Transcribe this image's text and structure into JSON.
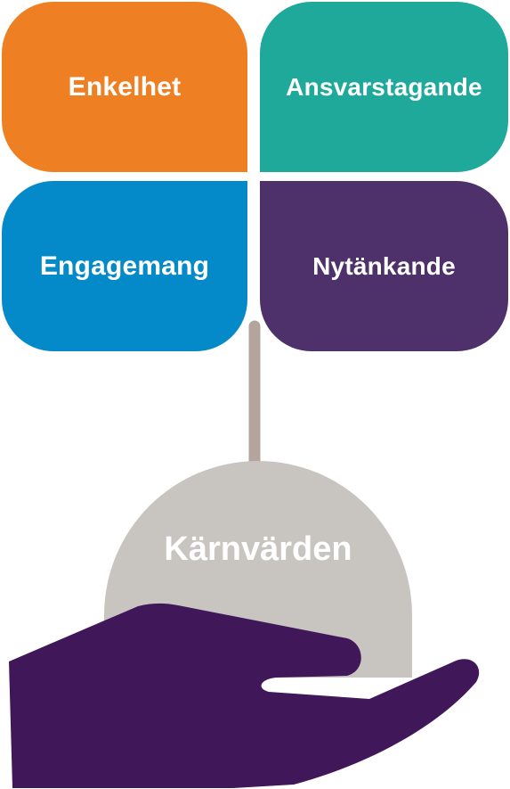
{
  "petals": {
    "top_left": {
      "label": "Enkelhet",
      "color": "#EE7F22"
    },
    "top_right": {
      "label": "Ansvarstagande",
      "color": "#1FA99A"
    },
    "bottom_left": {
      "label": "Engagemang",
      "color": "#0489C9"
    },
    "bottom_right": {
      "label": "Nytänkande",
      "color": "#4E316B"
    }
  },
  "core": {
    "label": "Kärnvärden",
    "color": "#C8C5C1"
  },
  "stem": {
    "color": "#B3A59B"
  },
  "hand": {
    "icon": "hand-icon",
    "color": "#40185A"
  }
}
